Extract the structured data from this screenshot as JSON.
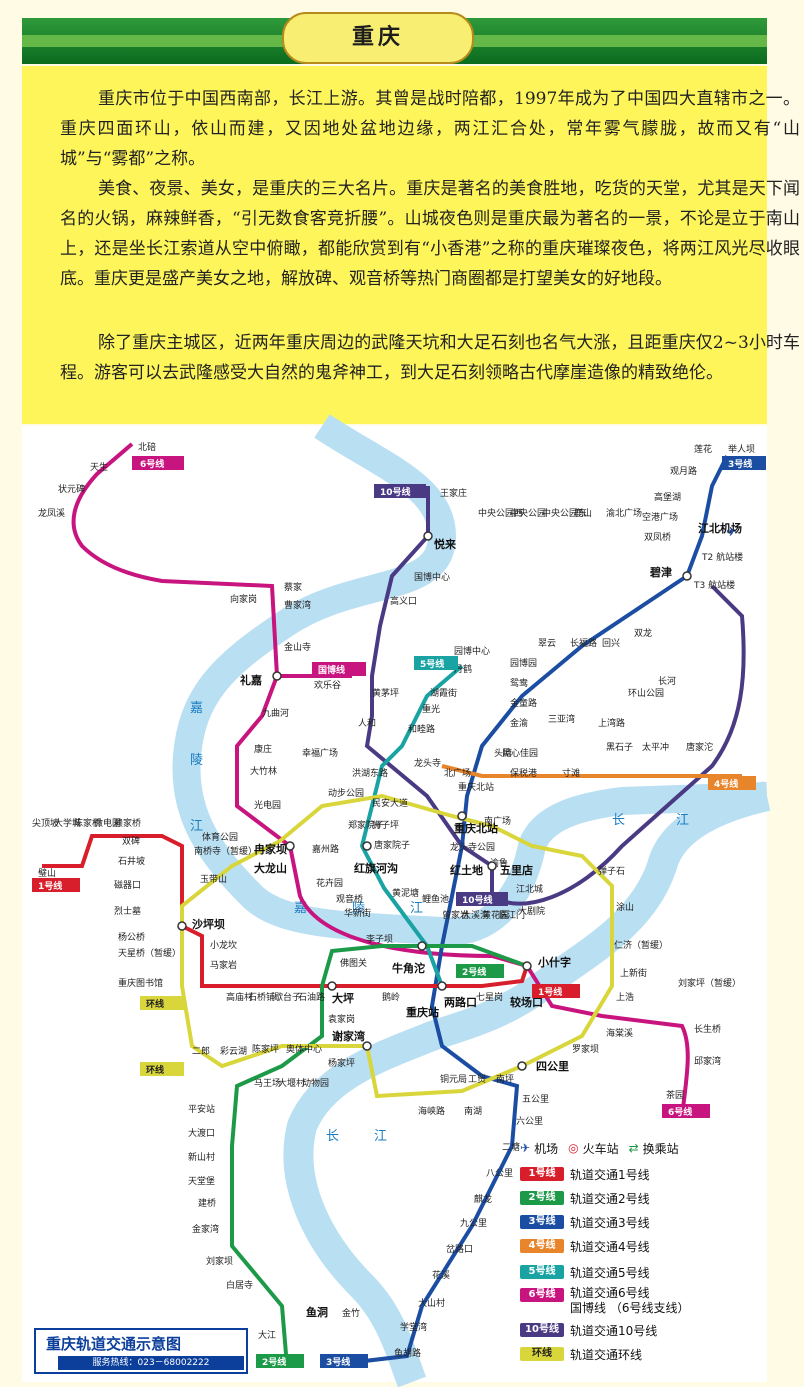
{
  "header": {
    "title": "重庆"
  },
  "intro": {
    "p1": "重庆市位于中国西南部，长江上游。其曾是战时陪都，1997年成为了中国四大直辖市之一。重庆四面环山，依山而建，又因地处盆地边缘，两江汇合处，常年雾气朦胧，故而又有“山城”与“雾都”之称。",
    "p2": "美食、夜景、美女，是重庆的三大名片。重庆是著名的美食胜地，吃货的天堂，尤其是天下闻名的火锅，麻辣鲜香，“引无数食客竞折腰”。山城夜色则是重庆最为著名的一景，不论是立于南山上，还是坐长江索道从空中俯瞰，都能欣赏到有“小香港”之称的重庆璀璨夜色，将两江风光尽收眼底。重庆更是盛产美女之地，解放碑、观音桥等热门商圈都是打望美女的好地段。",
    "p3": "除了重庆主城区，近两年重庆周边的武隆天坑和大足石刻也名气大涨，且距重庆仅2~3小时车程。游客可以去武隆感受大自然的鬼斧神工，到大足石刻领略古代摩崖造像的精致绝伦。"
  },
  "map": {
    "rivers": {
      "jialing_1": "嘉",
      "jialing_2": "陵",
      "jialing_3": "江",
      "jialing_4": "嘉",
      "jialing_5": "陵",
      "jialing_6": "江",
      "yangtze_1": "长",
      "yangtze_2": "江",
      "yangtze_3": "长",
      "yangtze_4": "江"
    },
    "hubs": {
      "airport": "江北机场",
      "bijin": "碧津",
      "yuelai": "悦来",
      "lijia": "礼嘉",
      "ranjiaba": "冉家坝",
      "dalongshan": "大龙山",
      "shapingba": "沙坪坝",
      "niujiaotuo": "牛角沱",
      "chongqingbei": "重庆北站",
      "hongqihegou": "红旗河沟",
      "hongtudi": "红土地",
      "wulidian": "五里店",
      "xiaoshizi": "小什字",
      "chongqingzhan": "重庆站",
      "lianglukou": "两路口",
      "jiaochangkou": "较场口",
      "daping": "大坪",
      "xiejiawan": "谢家湾",
      "sijiali": "四公里",
      "yudong": "鱼洞"
    },
    "line_badges": {
      "l1": "1号线",
      "l2": "2号线",
      "l3": "3号线",
      "l4": "4号线",
      "l5": "5号线",
      "l6": "6号线",
      "l10": "10号线",
      "loop": "环线",
      "guobo": "国博线"
    },
    "stations": {
      "l3_north": [
        "举人坝",
        "莲花",
        "观月路",
        "高堡湖",
        "空港广场",
        "双凤桥",
        "T2 航站楼",
        "T3 航站楼"
      ],
      "l6_north": [
        "北碚",
        "天生",
        "状元碑",
        "龙凤溪",
        "向家岗",
        "蔡家",
        "曹家湾",
        "金山寺",
        "欢乐谷"
      ],
      "l10_north": [
        "王家庄",
        "中央公园西",
        "中央公园",
        "中央公园东",
        "鹿山",
        "渝北广场",
        "国博中心",
        "高义口",
        "黄茅坪"
      ],
      "mid": [
        "九曲河",
        "康庄",
        "大竹林",
        "光电园",
        "幸福广场",
        "人和",
        "洪湖东路",
        "动步公园",
        "郑家院子",
        "唐家院子",
        "嘉州路",
        "龙头寺",
        "头塘",
        "保税港",
        "寸滩",
        "黑石子",
        "太平冲",
        "唐家沱",
        "北广场",
        "南广场",
        "龙头寺公园",
        "渝鲁",
        "民安大道",
        "狮子坪",
        "园博中心",
        "丹鹤",
        "湖霞街",
        "重光",
        "和睦路",
        "重庆北站",
        "园博园",
        "鸳鸯",
        "金童路",
        "金渝",
        "翠云",
        "长福路",
        "回兴",
        "双龙",
        "上湾路",
        "环山公园",
        "长河",
        "三亚湾",
        "民心佳园"
      ],
      "west": [
        "尖顶坡",
        "大学城",
        "陈家桥",
        "微电园",
        "赖家桥",
        "体育公园",
        "双碑",
        "石井坡",
        "磁器口",
        "烈士墓",
        "杨公桥",
        "璧山",
        "南桥寺（暂缓）",
        "玉带山",
        "天星桥（暂缓）",
        "重庆图书馆",
        "小龙坎",
        "马家岩",
        "高庙村",
        "石桥铺",
        "歇台子",
        "石油路",
        "二郎",
        "彩云湖",
        "陈家坪",
        "奥体中心",
        "花卉园",
        "观音桥",
        "华新街",
        "黄泥塘",
        "鲤鱼池",
        "曾家岩",
        "大溪沟",
        "黄花园",
        "李子坝",
        "佛图关",
        "临江门",
        "江北城",
        "大剧院",
        "弹子石",
        "涂山",
        "仁济（暂缓）",
        "上新街",
        "刘家坪（暂缓）",
        "上浩",
        "长生桥",
        "邱家湾",
        "海棠溪",
        "茶园",
        "罗家坝",
        "鹅岭",
        "七星岗",
        "袁家岗",
        "杨家坪",
        "铜元局",
        "工贸",
        "南坪",
        "海峡路",
        "南湖",
        "平安站",
        "大渡口",
        "新山村",
        "天堂堡",
        "建桥",
        "金家湾",
        "刘家坝",
        "白居寺",
        "大江",
        "马王场",
        "大堰村",
        "动物园",
        "金竹",
        "鱼胡路",
        "学堂湾",
        "大山村",
        "花溪",
        "岔路口",
        "九公里",
        "麒龙",
        "八公里",
        "二塘",
        "六公里",
        "五公里"
      ]
    },
    "legend": {
      "airport": "机场",
      "train": "火车站",
      "transfer": "换乘站",
      "l1": "轨道交通1号线",
      "l2": "轨道交通2号线",
      "l3": "轨道交通3号线",
      "l4": "轨道交通4号线",
      "l5": "轨道交通5号线",
      "l6": "轨道交通6号线",
      "l6b": "国博线 （6号线支线）",
      "l10": "轨道交通10号线",
      "loop": "轨道交通环线"
    },
    "map_title": "重庆轨道交通示意图",
    "hotline": "服务热线：023－68002222"
  },
  "colors": {
    "l1": "#d81e2a",
    "l2": "#1d9a48",
    "l3": "#1b4ea3",
    "l4": "#e8842a",
    "l5": "#19a3a3",
    "l6": "#c8147e",
    "l10": "#4a3a84",
    "loop": "#d9d63c",
    "river": "#b9dff2"
  }
}
